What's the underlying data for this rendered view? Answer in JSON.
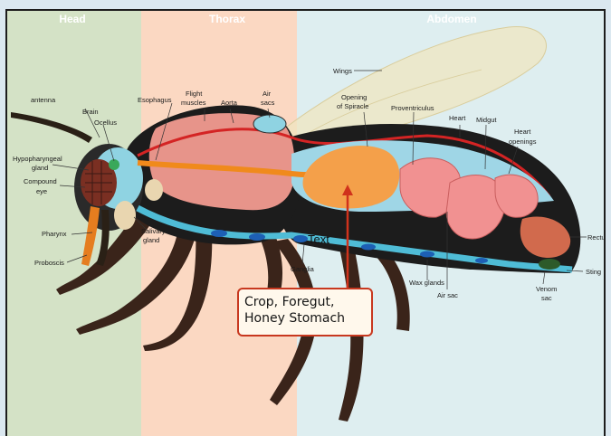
{
  "sections": {
    "head": "Head",
    "thorax": "Thorax",
    "abdomen": "Abdomen"
  },
  "labels": {
    "antenna": "antenna",
    "brain": "Brain",
    "ocellus": "Ocellus",
    "hypopharyngeal_1": "Hypopharyngeal",
    "hypopharyngeal_2": "gland",
    "compound_1": "Compound",
    "compound_2": "eye",
    "pharynx": "Pharynx",
    "proboscis": "Proboscis",
    "esophagus": "Esophagus",
    "flight_1": "Flight",
    "flight_2": "muscles",
    "aorta": "Aorta",
    "air_sacs_1": "Air",
    "air_sacs_2": "sacs",
    "salivary_1": "Salivary",
    "salivary_2": "gland",
    "wings": "Wings",
    "opening_1": "Opening",
    "opening_2": "of Spiracle",
    "proventriculus": "Proventriculus",
    "heart": "Heart",
    "midgut": "Midgut",
    "heart_openings_1": "Heart",
    "heart_openings_2": "openings",
    "rectum": "Rectum",
    "sting": "Sting",
    "venom_1": "Venom",
    "venom_2": "sac",
    "ganglia": "Ganglia",
    "wax_glands": "Wax glands",
    "air_sac": "Air sac",
    "text_placeholder": "Text"
  },
  "callout": {
    "line1": "Crop, Foregut,",
    "line2": "Honey Stomach"
  },
  "colors": {
    "head_bg": "#d4e2c6",
    "thorax_bg": "#fbd8c2",
    "abdomen_bg": "#deeef0",
    "callout_border": "#c8381f",
    "arrow": "#d0321c"
  }
}
